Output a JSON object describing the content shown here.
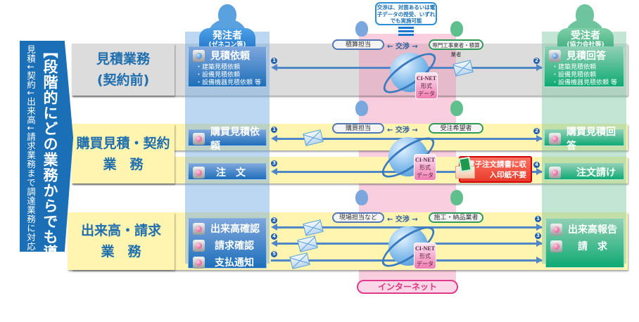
{
  "banner": {
    "main": "【段階的にどの業務からでも導入可能】",
    "sub": "見積↓契約↓出来高↓請求業務まで調達業務に対応",
    "color": "#1a6fb6"
  },
  "actors": {
    "orderer": {
      "title": "発注者",
      "subtitle": "(ゼネコン等)",
      "color": "#4a90d9"
    },
    "contractor": {
      "title": "受注者",
      "subtitle": "(協力会社等)",
      "color": "#4fb489"
    }
  },
  "bubble": {
    "text": "交渉は、対面あるいは電子データの授受、いずれでも実施可能"
  },
  "rows": [
    {
      "label_line1": "見積業務",
      "label_line2": "(契約前)",
      "band_color": "#dcdcdd",
      "negotiation": {
        "left": "積算担当",
        "center": "← 交渉 →",
        "right": "専門工事業者・積算業者"
      },
      "orderer_doc": {
        "title": "見積依頼",
        "items": [
          "・建築見積依頼",
          "・設備見積依頼",
          "・設備機器見積依頼 等"
        ]
      },
      "contractor_doc": {
        "title": "見積回答",
        "items": [
          "・建築見積依頼",
          "・設備見積依頼",
          "・設備機器見積依頼 等"
        ]
      },
      "steps": [
        {
          "num": "1",
          "direction": "to-orderer"
        },
        {
          "num": "2",
          "direction": "to-contractor"
        }
      ]
    },
    {
      "label_line1": "購買見積・契約",
      "label_line2": "業　務",
      "band_color": "#fff5b0",
      "negotiation": {
        "left": "購買担当",
        "center": "← 交渉 →",
        "right": "受注希望者"
      },
      "orderer_docs": [
        "購買見積依頼",
        "注　文"
      ],
      "contractor_docs": [
        "購買見積回答",
        "注文請け"
      ],
      "steps": [
        {
          "num": "1",
          "direction": "to-orderer"
        },
        {
          "num": "2",
          "direction": "to-contractor"
        },
        {
          "num": "3",
          "direction": "to-orderer"
        },
        {
          "num": "4",
          "direction": "to-contractor"
        }
      ],
      "notice": "電子注文請書に収入印紙不要"
    },
    {
      "label_line1": "出来高・請求",
      "label_line2": "業　務",
      "band_color": "#fff5b0",
      "negotiation": {
        "left": "現場担当など",
        "center": "← 交渉 →",
        "right": "施工・納品業者"
      },
      "orderer_docs": [
        "出来高確認",
        "請求確認",
        "支払通知"
      ],
      "contractor_docs": [
        "出来高報告",
        "請　求"
      ],
      "steps": [
        {
          "num": "1",
          "direction": "to-contractor"
        },
        {
          "num": "2",
          "direction": "to-orderer"
        },
        {
          "num": "3",
          "direction": "to-contractor"
        },
        {
          "num": "4",
          "direction": "to-orderer"
        },
        {
          "num": "5",
          "direction": "to-contractor"
        }
      ]
    }
  ],
  "clnet": {
    "line1": "CI-NET",
    "line2": "形式",
    "line3": "データ"
  },
  "internet": "インターネット"
}
